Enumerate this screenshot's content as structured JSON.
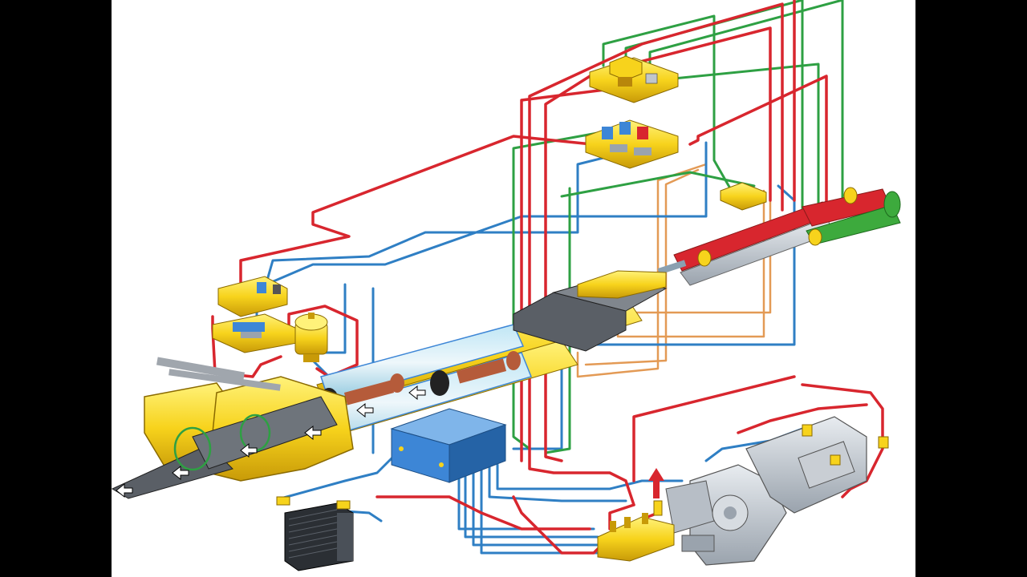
{
  "colors": {
    "letterbox": "#000000",
    "background": "#ffffff",
    "pressure_line": "#d8262e",
    "return_line": "#2f7fc4",
    "pilot_line": "#2ea043",
    "drain_line": "#e39a55",
    "component_yellow": "#f7d31c",
    "tank_blue": "#3d86d6",
    "cylinder_red": "#d8262e",
    "cylinder_green": "#3daa3d",
    "pump_grey": "#c9ced4"
  },
  "components": [
    {
      "id": "piston-pump",
      "icon": "pump-icon"
    },
    {
      "id": "hydraulic-tank",
      "icon": "tank-icon"
    },
    {
      "id": "oil-cooler",
      "icon": "radiator-icon"
    },
    {
      "id": "accumulator",
      "icon": "accumulator-icon"
    },
    {
      "id": "concrete-cylinders",
      "icon": "cylinder-icon"
    },
    {
      "id": "s-valve",
      "icon": "valve-icon"
    },
    {
      "id": "drive-cylinders",
      "icon": "cylinder-icon"
    },
    {
      "id": "valve-blocks",
      "icon": "valve-block-icon"
    }
  ],
  "flow_arrows": [
    "left",
    "left",
    "left",
    "left",
    "left"
  ],
  "pump_flow_arrow": "up"
}
